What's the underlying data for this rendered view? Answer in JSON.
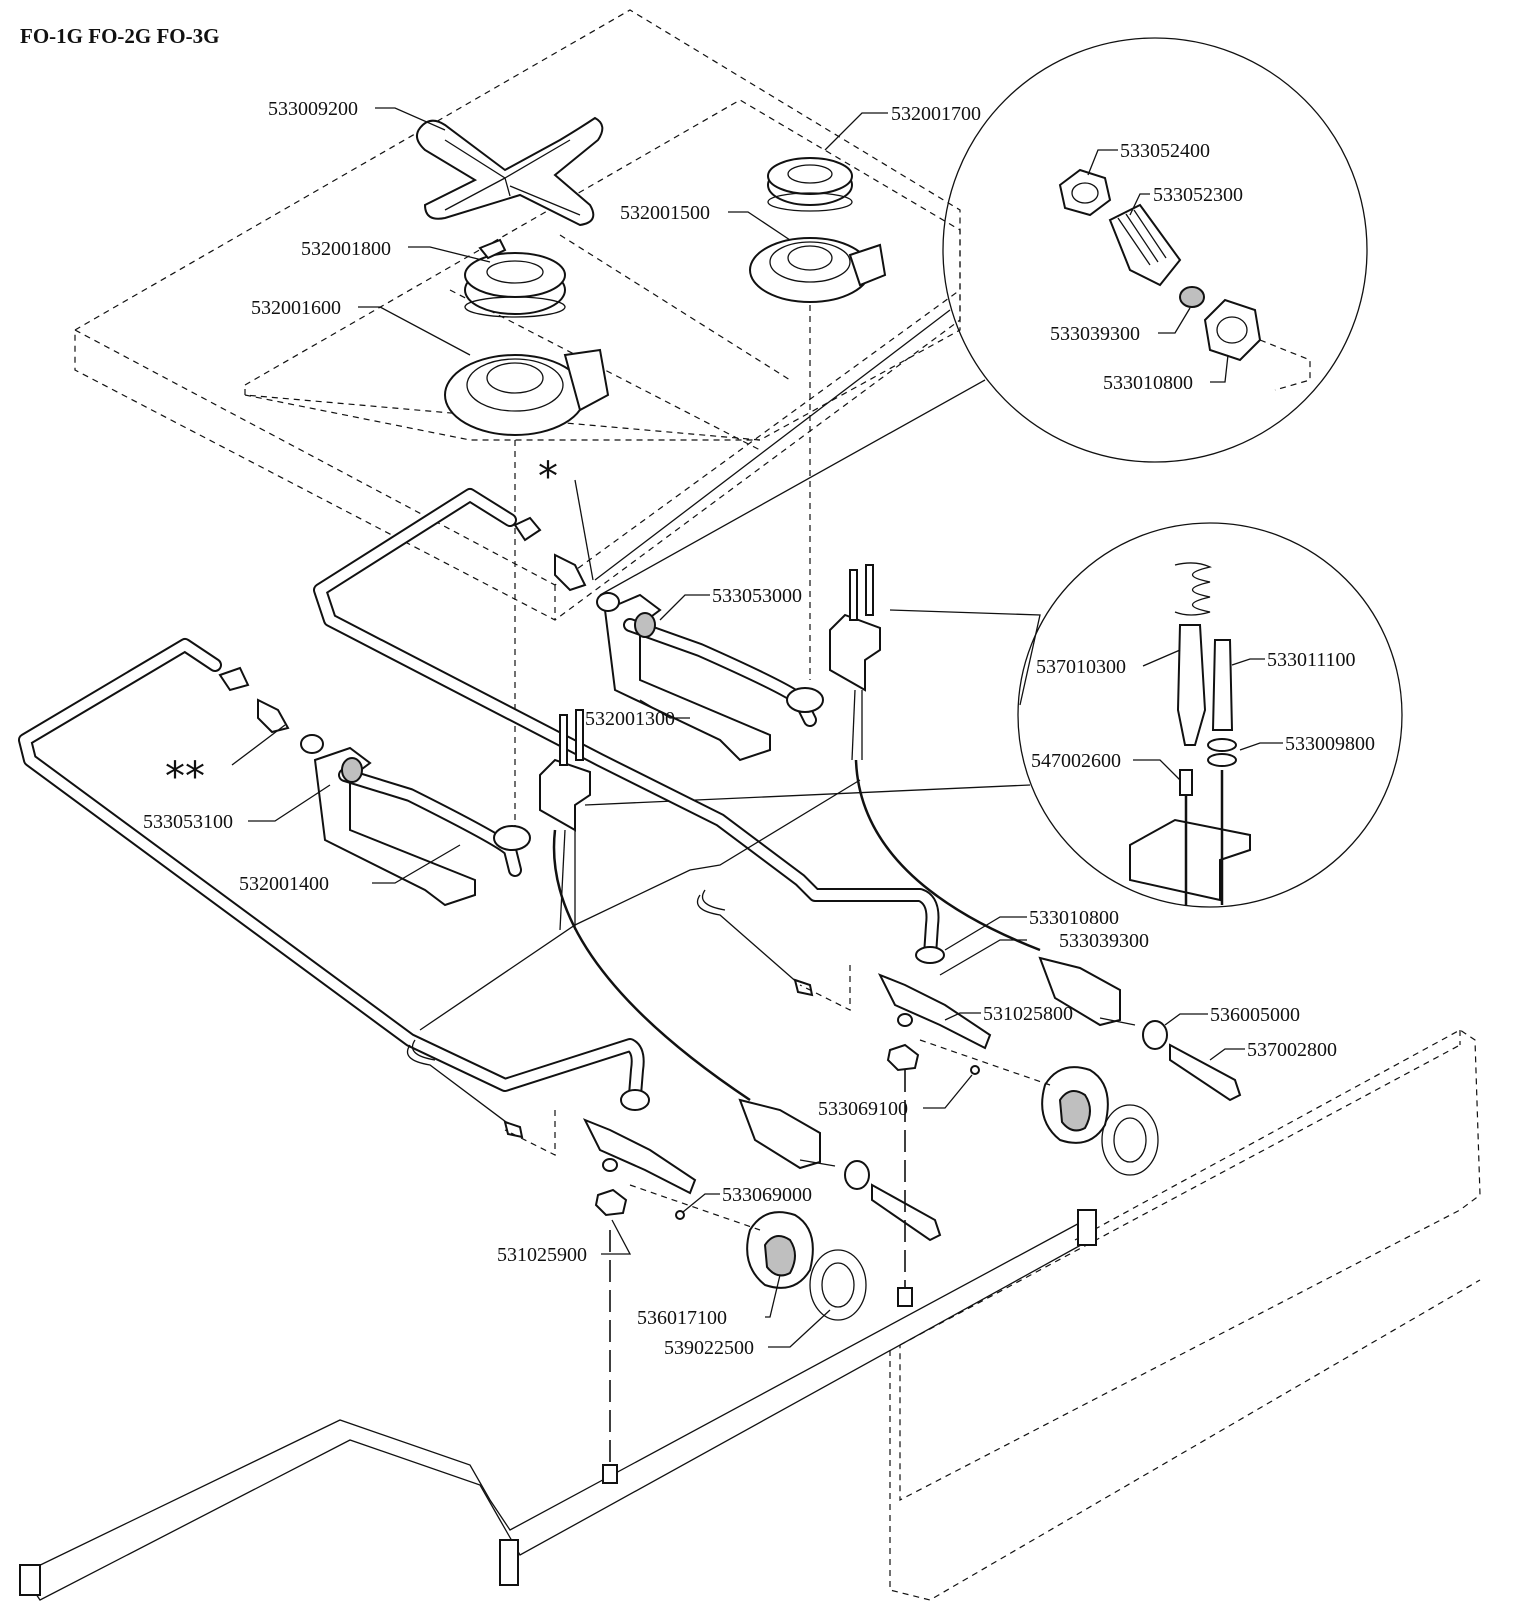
{
  "title": "FO-1G FO-2G FO-3G",
  "markers": {
    "single": "*",
    "double": "**"
  },
  "labels": {
    "p533009200": "533009200",
    "p532001700": "532001700",
    "p532001800": "532001800",
    "p532001500": "532001500",
    "p532001600": "532001600",
    "p533052400": "533052400",
    "p533052300": "533052300",
    "p533039300_detail": "533039300",
    "p533010800_detail": "533010800",
    "p533053000": "533053000",
    "p537010300": "537010300",
    "p533011100": "533011100",
    "p532001300": "532001300",
    "p533009800": "533009800",
    "p547002600": "547002600",
    "p533053100": "533053100",
    "p532001400": "532001400",
    "p533010800": "533010800",
    "p533039300": "533039300",
    "p531025800": "531025800",
    "p536005000": "536005000",
    "p537002800": "537002800",
    "p533069100": "533069100",
    "p533069000": "533069000",
    "p531025900": "531025900",
    "p536017100": "536017100",
    "p539022500": "539022500"
  }
}
